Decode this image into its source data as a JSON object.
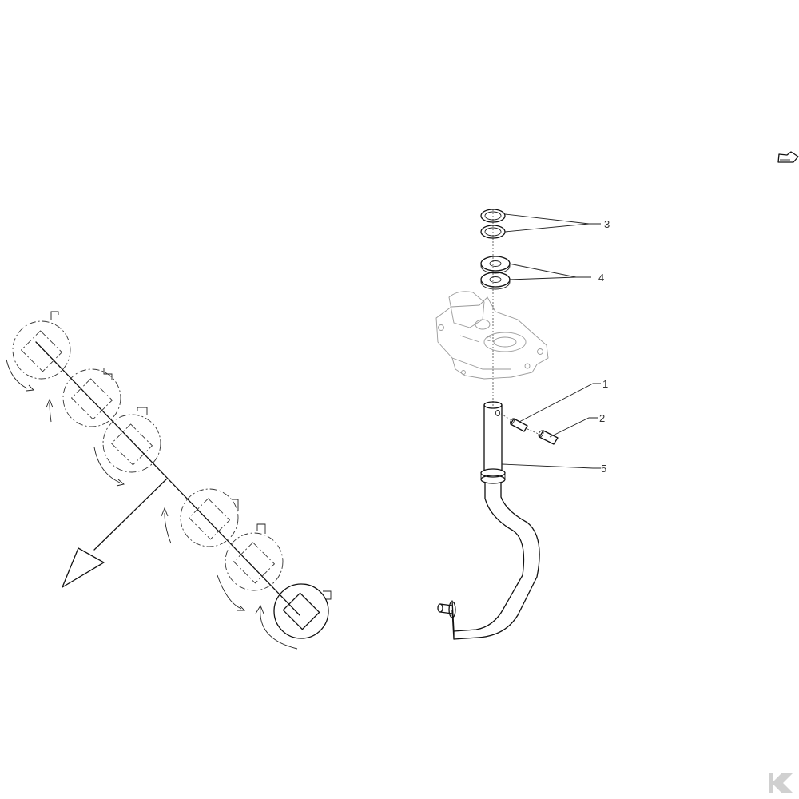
{
  "callouts": [
    {
      "id": "3",
      "label": "3"
    },
    {
      "id": "4",
      "label": "4"
    },
    {
      "id": "1",
      "label": "1"
    },
    {
      "id": "2",
      "label": "2"
    },
    {
      "id": "5",
      "label": "5"
    }
  ],
  "icons": {
    "corner": "direction-arrow-icon",
    "watermark": "brand-logo-icon",
    "travel": "travel-direction-arrow-icon"
  },
  "colors": {
    "line": "#111111",
    "ghost": "#9a9a9a",
    "background": "#ffffff"
  }
}
